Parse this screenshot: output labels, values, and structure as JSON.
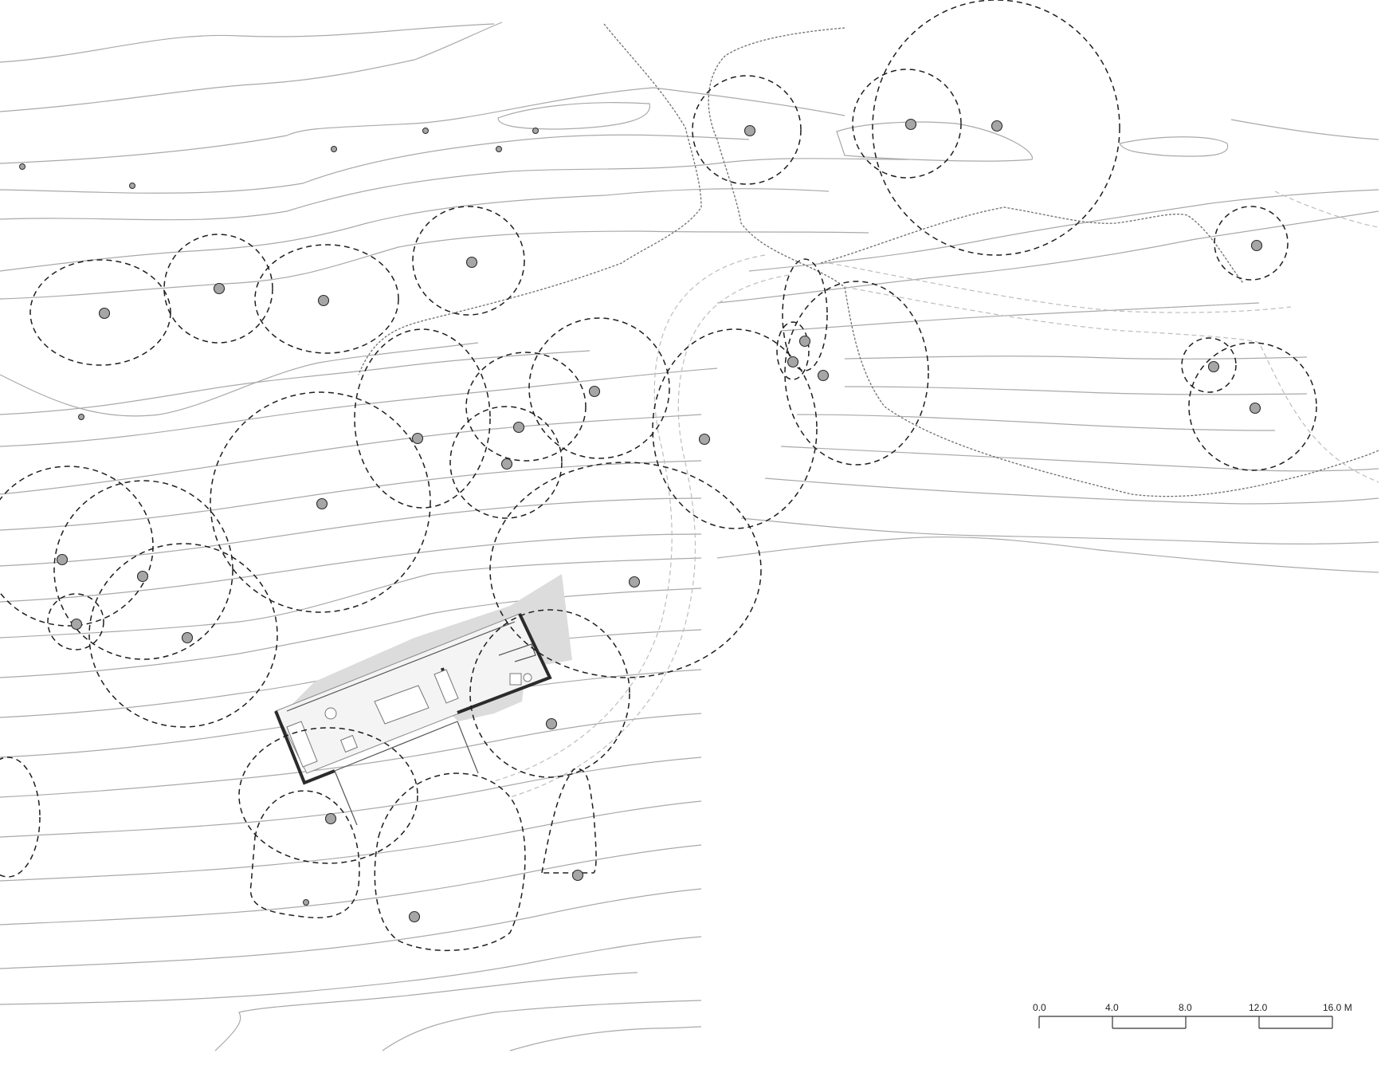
{
  "scale_bar": {
    "labels": [
      "0.0",
      "4.0",
      "8.0",
      "12.0",
      "16.0 M"
    ]
  },
  "colors": {
    "contour": "#a9a9a9",
    "canopy": "#1e1e1e",
    "trunk": "#a6a6a6",
    "shadow": "#dcdcdc",
    "wall": "#2b2b2b"
  },
  "icons": [
    "tree-trunk-icon",
    "tree-canopy-icon",
    "building-plan-icon",
    "scale-bar-icon"
  ]
}
